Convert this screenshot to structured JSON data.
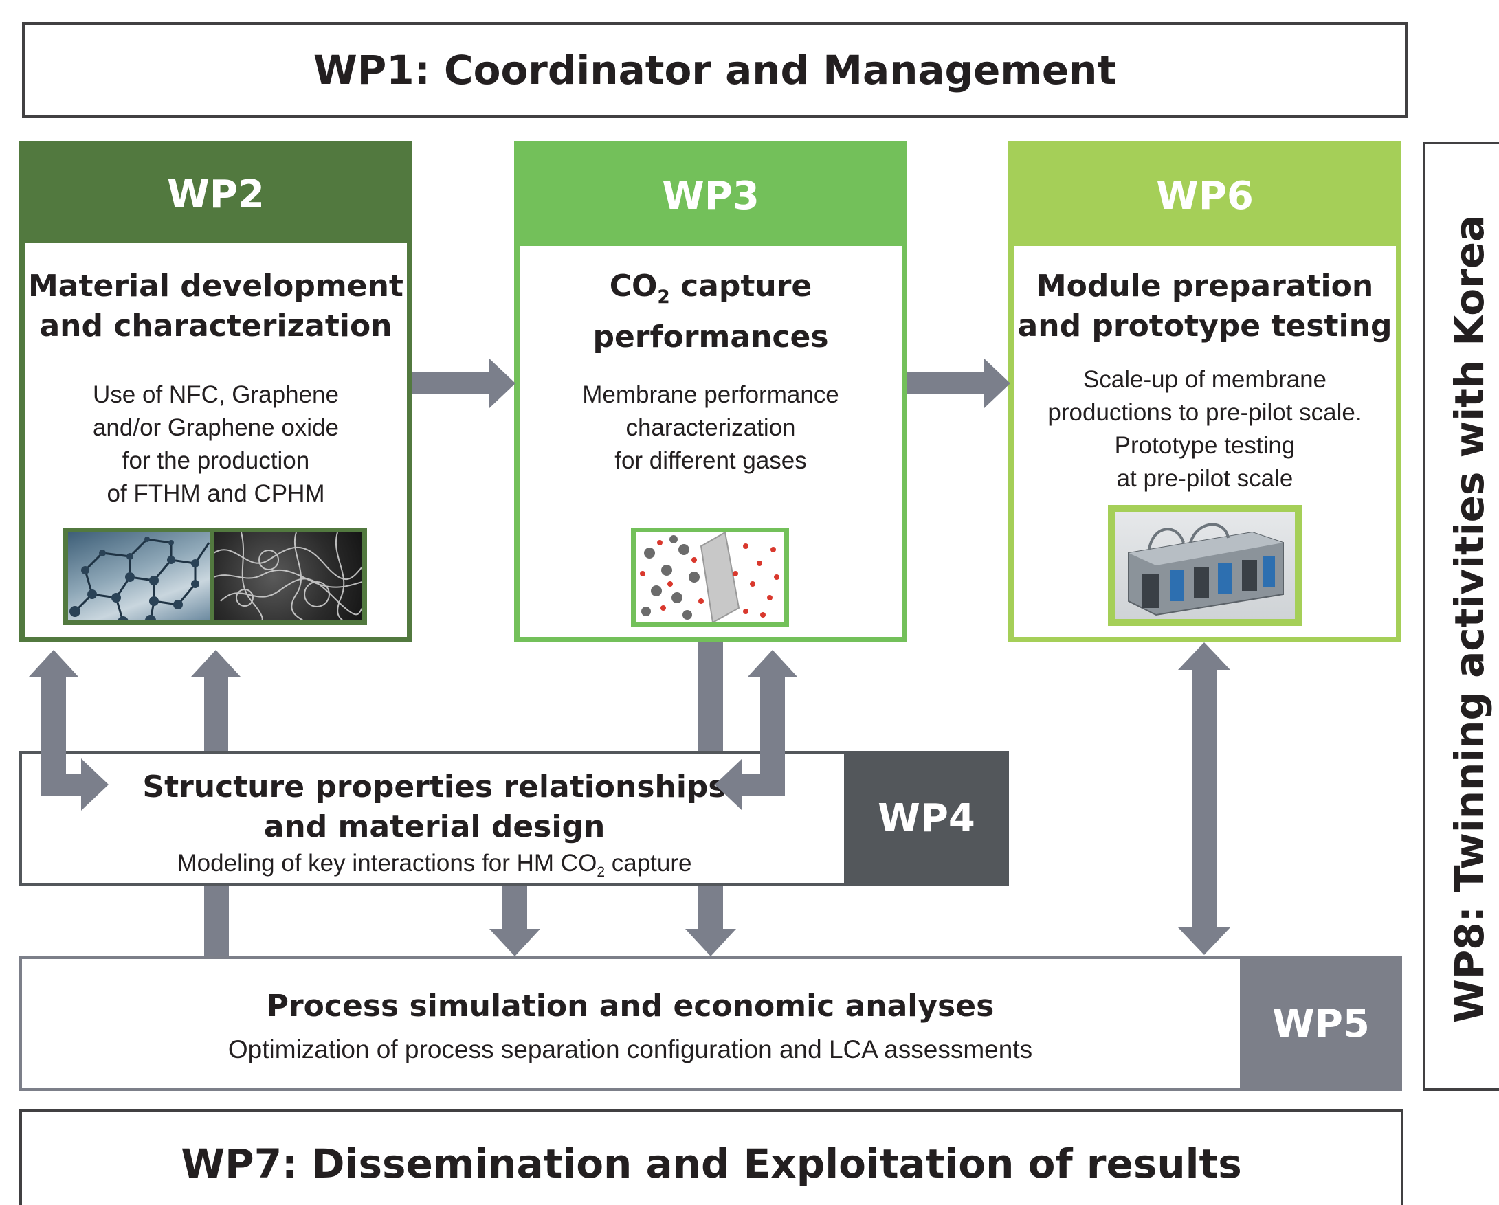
{
  "wp1": {
    "label": "WP1: Coordinator and Management"
  },
  "wp2": {
    "label": "WP2",
    "title_line1": "Material development",
    "title_line2": "and characterization",
    "desc_lines": [
      "Use of NFC, Graphene",
      "and/or Graphene oxide",
      "for the production",
      "of FTHM and CPHM"
    ],
    "color": "#52793f"
  },
  "wp3": {
    "label": "WP3",
    "title_co": "CO",
    "title_sub": "2",
    "title_rest": " capture",
    "title_line2": "performances",
    "desc_lines": [
      "Membrane performance",
      "characterization",
      "for different gases"
    ],
    "color": "#73c05a"
  },
  "wp6": {
    "label": "WP6",
    "title_line1": "Module preparation",
    "title_line2": "and prototype testing",
    "desc_lines": [
      "Scale-up of membrane",
      "productions to pre-pilot scale.",
      "Prototype testing",
      "at pre-pilot scale"
    ],
    "color": "#a5cf58"
  },
  "wp4": {
    "label": "WP4",
    "title_line1": "Structure properties relationships",
    "title_line2": "and material design",
    "desc_pre": "Modeling of key interactions for HM CO",
    "desc_sub": "2",
    "desc_post": " capture",
    "color": "#53575b"
  },
  "wp5": {
    "label": "WP5",
    "title": "Process simulation and economic analyses",
    "desc": "Optimization of process separation configuration and LCA assessments",
    "color": "#7c7f89"
  },
  "wp7": {
    "label": "WP7: Dissemination and Exploitation of results"
  },
  "wp8": {
    "label": "WP8: Twinning activities with Korea"
  },
  "colors": {
    "arrow": "#7b7f8b",
    "dark_border": "#414042"
  }
}
